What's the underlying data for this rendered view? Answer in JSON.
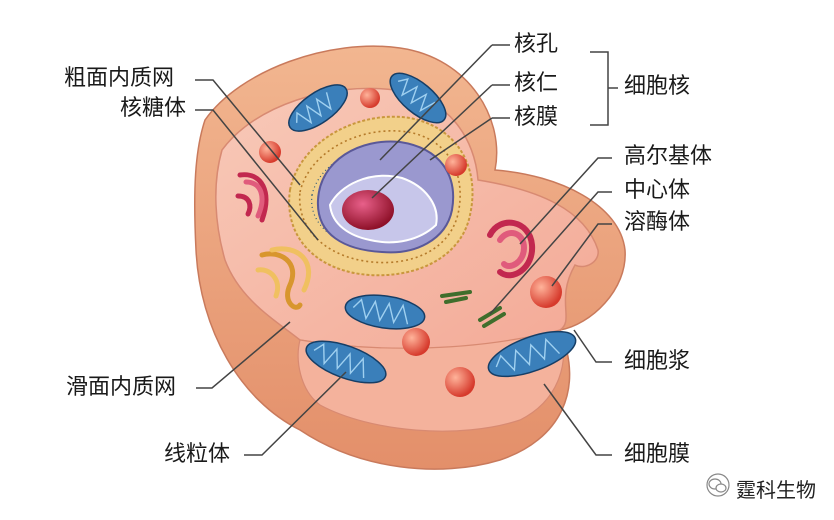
{
  "labels": {
    "rough_er": "粗面内质网",
    "ribosome": "核糖体",
    "nuclear_pore": "核孔",
    "nucleolus": "核仁",
    "nuclear_envelope": "核膜",
    "nucleus_group": "细胞核",
    "golgi": "高尔基体",
    "centrosome": "中心体",
    "lysosome": "溶酶体",
    "smooth_er": "滑面内质网",
    "mitochondrion": "线粒体",
    "cytoplasm": "细胞浆",
    "cell_membrane": "细胞膜"
  },
  "watermark": "霆科生物",
  "colors": {
    "cell_outer": "#e9a27e",
    "cell_inner": "#f6b9a6",
    "mitochondria": "#2f6fa6",
    "nucleus": "#a8a8d8",
    "nucleolus": "#b2243a",
    "golgi": "#c2284f",
    "vesicle": "#e2473a",
    "centrosome": "#3f6e2c",
    "smooth_er": "#e3a73c"
  }
}
